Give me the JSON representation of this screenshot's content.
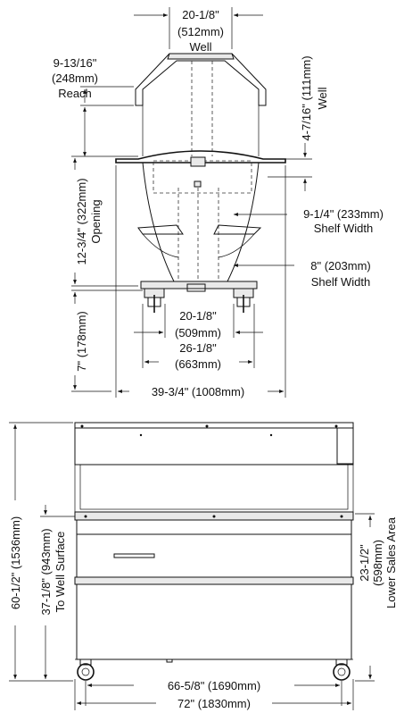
{
  "side_view": {
    "well_width": {
      "imperial": "20-1/8\"",
      "metric": "(512mm)",
      "name": "Well"
    },
    "reach": {
      "imperial": "9-13/16\"",
      "metric": "(248mm)",
      "name": "Reach"
    },
    "well_depth": {
      "imperial": "4-7/16\" (111mm)",
      "name": "Well"
    },
    "opening": {
      "imperial": "12-3/4\" (322mm)",
      "name": "Opening"
    },
    "upper_shelf": {
      "imperial": "9-1/4\" (233mm)",
      "name": "Shelf Width"
    },
    "lower_shelf": {
      "imperial": "8\" (203mm)",
      "name": "Shelf Width"
    },
    "base_inner": {
      "imperial": "20-1/8\"",
      "metric": "(509mm)"
    },
    "base_outer": {
      "imperial": "26-1/8\"",
      "metric": "(663mm)"
    },
    "leg_height": {
      "imperial": "7\" (178mm)"
    },
    "overall_depth": {
      "imperial": "39-3/4\" (1008mm)"
    }
  },
  "front_view": {
    "overall_height": {
      "imperial": "60-1/2\" (1536mm)"
    },
    "well_surface": {
      "imperial": "37-1/8\" (943mm)",
      "name": "To Well Surface"
    },
    "lower_sales": {
      "imperial": "23-1/2\"",
      "metric": "(598mm)",
      "name": "Lower Sales Area"
    },
    "inner_width": {
      "imperial": "66-5/8\" (1690mm)"
    },
    "overall_width": {
      "imperial": "72\" (1830mm)"
    }
  }
}
